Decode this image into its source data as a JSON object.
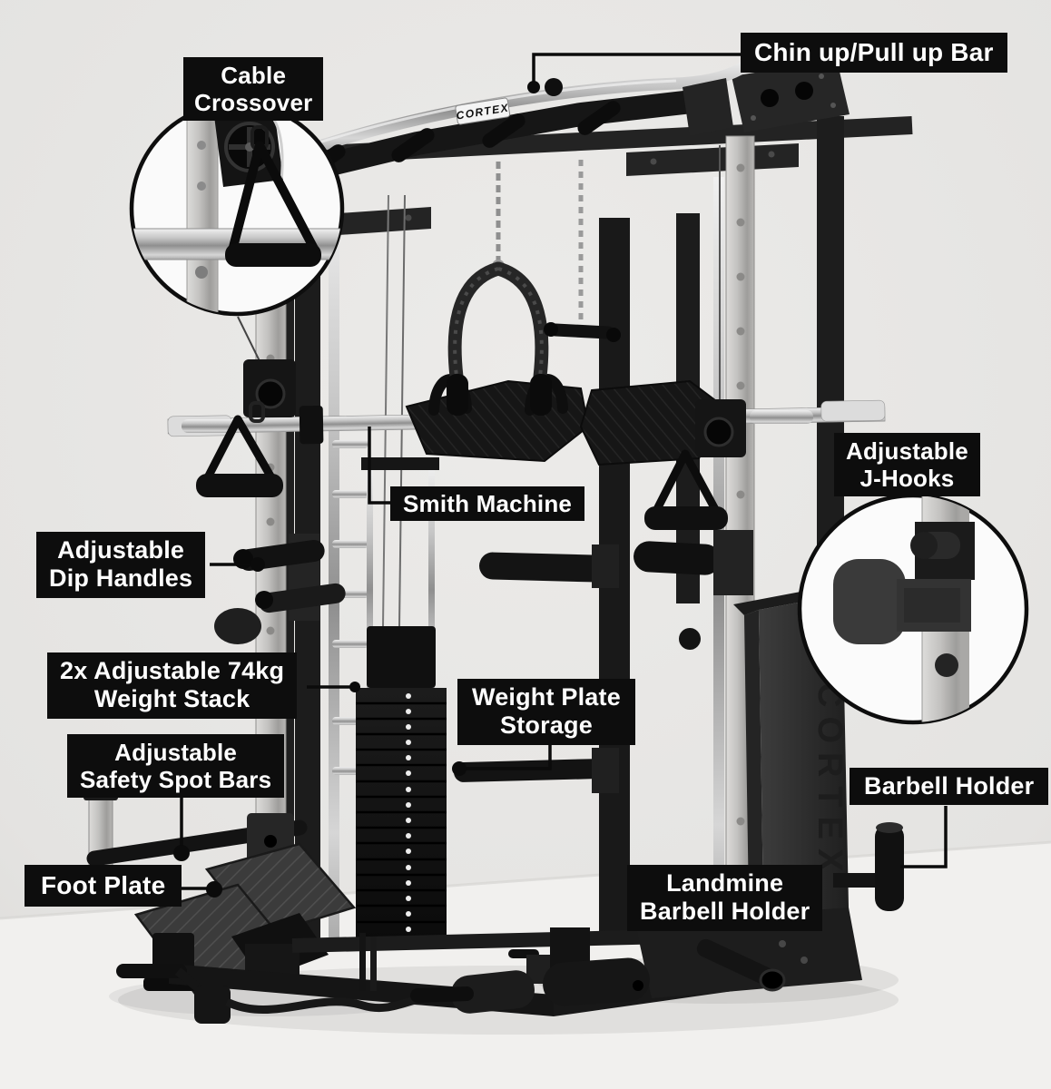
{
  "branding": {
    "bar_badge": "CORTEX",
    "tower_side": "CORTEX"
  },
  "colors": {
    "label_bg": "#0d0d0d",
    "label_text": "#ffffff",
    "wall": "#e4e3e1",
    "floor": "#f1f0ee",
    "inset_bg": "#fafafa",
    "inset_ring": "#0d0d0d",
    "frame_dark": "#1a1a1a",
    "silver": "#c3c2c0"
  },
  "labels": [
    {
      "id": "chin-up-pull-up-bar",
      "text": "Chin up/Pull up Bar"
    },
    {
      "id": "cable-crossover",
      "text": "Cable\nCrossover"
    },
    {
      "id": "adjustable-j-hooks",
      "text": "Adjustable\nJ-Hooks"
    },
    {
      "id": "smith-machine",
      "text": "Smith Machine"
    },
    {
      "id": "adjustable-dip-handles",
      "text": "Adjustable\nDip Handles"
    },
    {
      "id": "adjustable-weight-stack",
      "text": "2x Adjustable 74kg\nWeight Stack"
    },
    {
      "id": "adjustable-safety-spot-bars",
      "text": "Adjustable\nSafety Spot Bars"
    },
    {
      "id": "foot-plate",
      "text": "Foot Plate"
    },
    {
      "id": "weight-plate-storage",
      "text": "Weight Plate\nStorage"
    },
    {
      "id": "landmine-barbell-holder",
      "text": "Landmine\nBarbell Holder"
    },
    {
      "id": "barbell-holder",
      "text": "Barbell Holder"
    }
  ]
}
